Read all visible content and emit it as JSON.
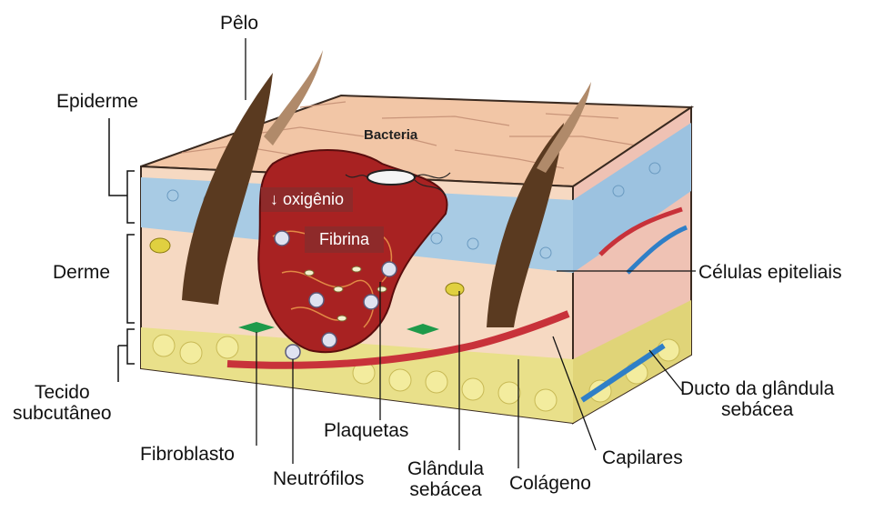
{
  "labels": {
    "pelo": "Pêlo",
    "epiderme": "Epiderme",
    "derme": "Derme",
    "tecido": "Tecido\nsubcutâneo",
    "bacteria": "Bacteria",
    "oxigenio": "↓ oxigênio",
    "fibrina": "Fibrina",
    "celulas": "Células epiteliais",
    "ducto": "Ducto da glândula\nsebácea",
    "capilares": "Capilares",
    "colageno": "Colágeno",
    "glandula": "Glândula\nsebácea",
    "plaquetas": "Plaquetas",
    "neutrofilos": "Neutrófilos",
    "fibroblasto": "Fibroblasto"
  },
  "colors": {
    "epidermis_top": "#f2c6a6",
    "epidermis_blue": "#a8cbe4",
    "dermis": "#f6d9c2",
    "subcutaneous": "#e9e08a",
    "wound": "#a82222",
    "hair": "#5a3a20",
    "vessel_red": "#c8323a",
    "vessel_blue": "#2f7fc7"
  }
}
